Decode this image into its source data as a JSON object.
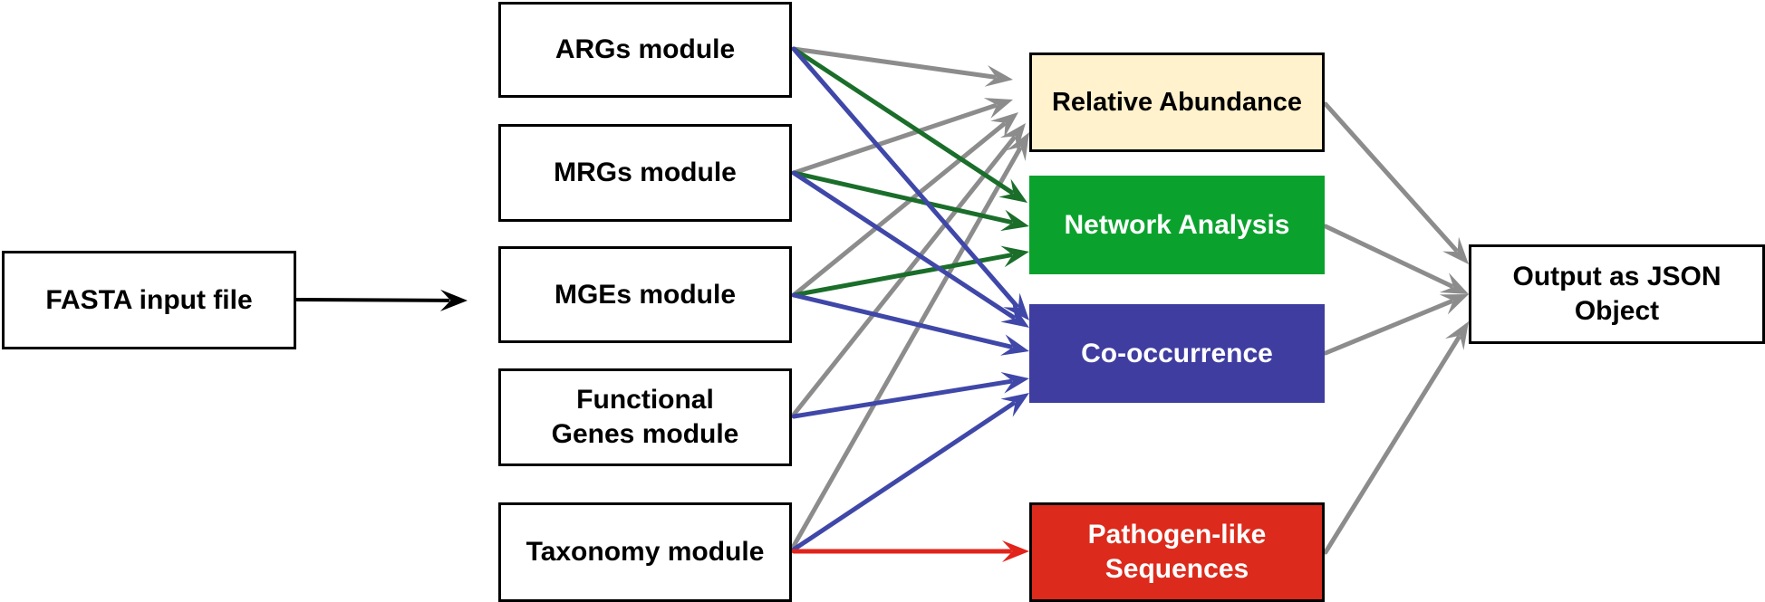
{
  "diagram": {
    "colors": {
      "gray": "#8c8c8c",
      "green": "#1a6e2a",
      "blue": "#3f47a8",
      "red": "#e2231a",
      "black": "#000000",
      "relative_abundance_fill": "#fff2cc",
      "network_analysis_fill": "#0aa22d",
      "cooccurrence_fill": "#3f3da0",
      "pathogen_fill": "#dc2a1c"
    },
    "nodes": {
      "input": {
        "lines": [
          "FASTA input file"
        ]
      },
      "args": {
        "lines": [
          "ARGs module"
        ]
      },
      "mrgs": {
        "lines": [
          "MRGs module"
        ]
      },
      "mges": {
        "lines": [
          "MGEs module"
        ]
      },
      "functional": {
        "lines": [
          "Functional",
          "Genes module"
        ]
      },
      "taxonomy": {
        "lines": [
          "Taxonomy module"
        ]
      },
      "relative_abundance": {
        "lines": [
          "Relative Abundance"
        ]
      },
      "network_analysis": {
        "lines": [
          "Network Analysis"
        ]
      },
      "cooccurrence": {
        "lines": [
          "Co-occurrence"
        ]
      },
      "pathogen": {
        "lines": [
          "Pathogen-like",
          "Sequences"
        ]
      },
      "output": {
        "lines": [
          "Output as JSON",
          "Object"
        ]
      }
    }
  }
}
